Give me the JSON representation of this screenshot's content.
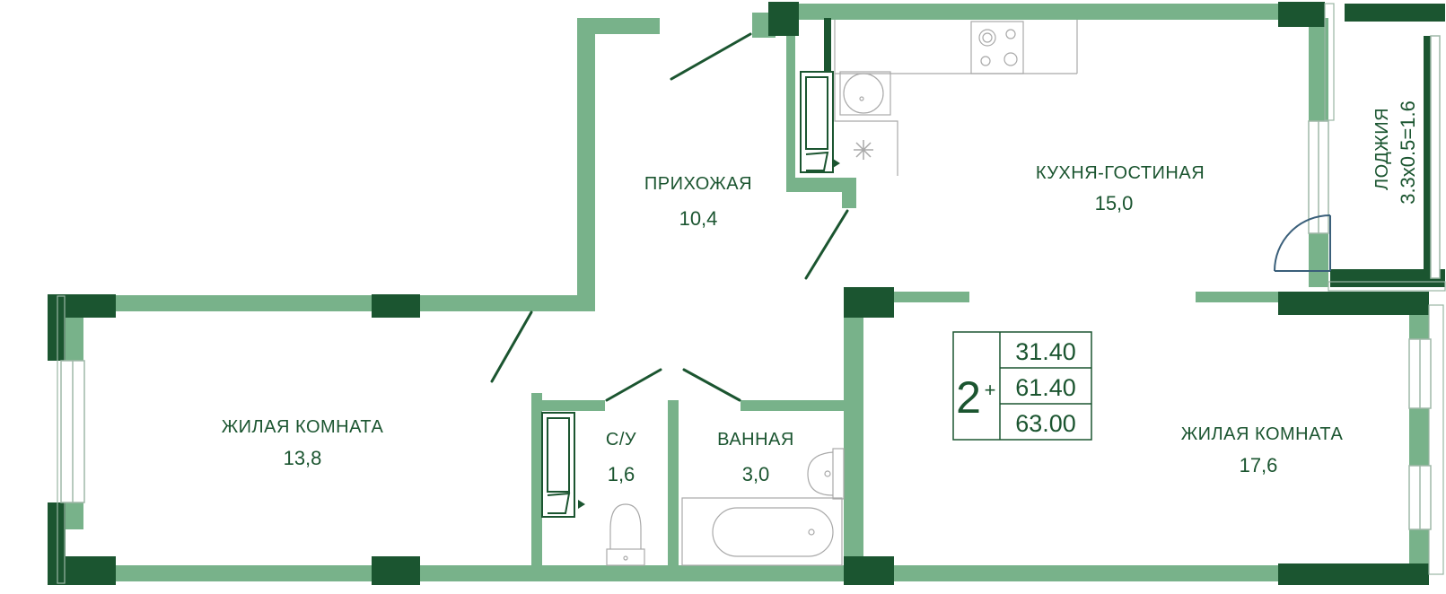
{
  "colors": {
    "wall_light": "#78b28a",
    "wall_dark": "#1b5530",
    "text": "#1b5530",
    "fixture": "#a9a9a9",
    "window": "#9fb8a8",
    "background": "#ffffff"
  },
  "rooms": {
    "hallway": {
      "name": "ПРИХОЖАЯ",
      "area": "10,4"
    },
    "kitchen": {
      "name": "КУХНЯ-ГОСТИНАЯ",
      "area": "15,0"
    },
    "loggia": {
      "name": "ЛОДЖИЯ",
      "area": "3.3x0.5=1.6"
    },
    "bedroom_left": {
      "name": "ЖИЛАЯ КОМНАТА",
      "area": "13,8"
    },
    "wc": {
      "name": "С/У",
      "area": "1,6"
    },
    "bathroom": {
      "name": "ВАННАЯ",
      "area": "3,0"
    },
    "bedroom_right": {
      "name": "ЖИЛАЯ КОМНАТА",
      "area": "17,6"
    }
  },
  "summary": {
    "rooms": "2",
    "suffix": "+",
    "values": [
      "31.40",
      "61.40",
      "63.00"
    ]
  },
  "icons": {
    "stove": "stove-icon",
    "sink": "sink-icon",
    "fridge": "snowflake-icon",
    "bathtub": "bathtub-icon",
    "toilet": "toilet-icon",
    "washbasin": "washbasin-icon",
    "meter": "meter-arrow-icon"
  }
}
